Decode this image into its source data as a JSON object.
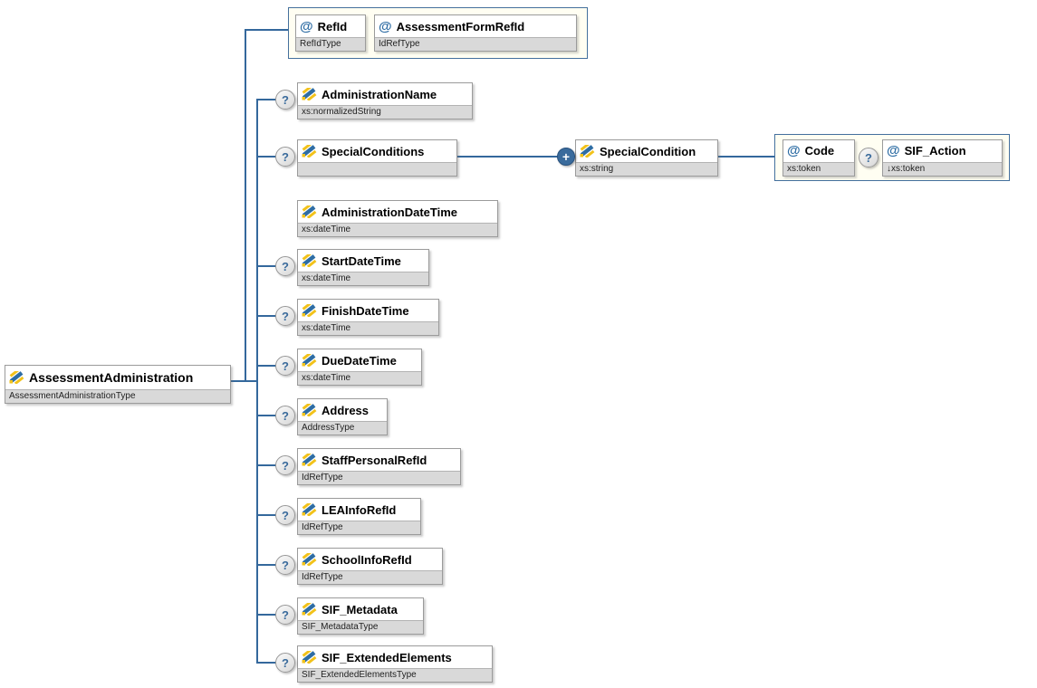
{
  "diagram": {
    "glyphs": {
      "attribute": "@",
      "optional": "?",
      "repeat": "+"
    },
    "colors": {
      "line": "#34689c",
      "container_border": "#44709d",
      "container_bg": "#fffef2",
      "type_strip_bg": "#d9d9d9",
      "accent_blue": "#2e6da4",
      "accent_yellow": "#f2c21a"
    },
    "root": {
      "name": "AssessmentAdministration",
      "type": "AssessmentAdministrationType"
    },
    "root_attributes": [
      {
        "name": "RefId",
        "type": "RefIdType"
      },
      {
        "name": "AssessmentFormRefId",
        "type": "IdRefType"
      }
    ],
    "children": [
      {
        "name": "AdministrationName",
        "type": "xs:normalizedString"
      },
      {
        "name": "SpecialConditions",
        "type": ""
      },
      {
        "name": "AdministrationDateTime",
        "type": "xs:dateTime"
      },
      {
        "name": "StartDateTime",
        "type": "xs:dateTime"
      },
      {
        "name": "FinishDateTime",
        "type": "xs:dateTime"
      },
      {
        "name": "DueDateTime",
        "type": "xs:dateTime"
      },
      {
        "name": "Address",
        "type": "AddressType"
      },
      {
        "name": "StaffPersonalRefId",
        "type": "IdRefType"
      },
      {
        "name": "LEAInfoRefId",
        "type": "IdRefType"
      },
      {
        "name": "SchoolInfoRefId",
        "type": "IdRefType"
      },
      {
        "name": "SIF_Metadata",
        "type": "SIF_MetadataType"
      },
      {
        "name": "SIF_ExtendedElements",
        "type": "SIF_ExtendedElementsType"
      }
    ],
    "special_condition": {
      "name": "SpecialCondition",
      "type": "xs:string"
    },
    "special_condition_attributes": [
      {
        "name": "Code",
        "type": "xs:token"
      },
      {
        "name": "SIF_Action",
        "type": "↓xs:token"
      }
    ]
  }
}
